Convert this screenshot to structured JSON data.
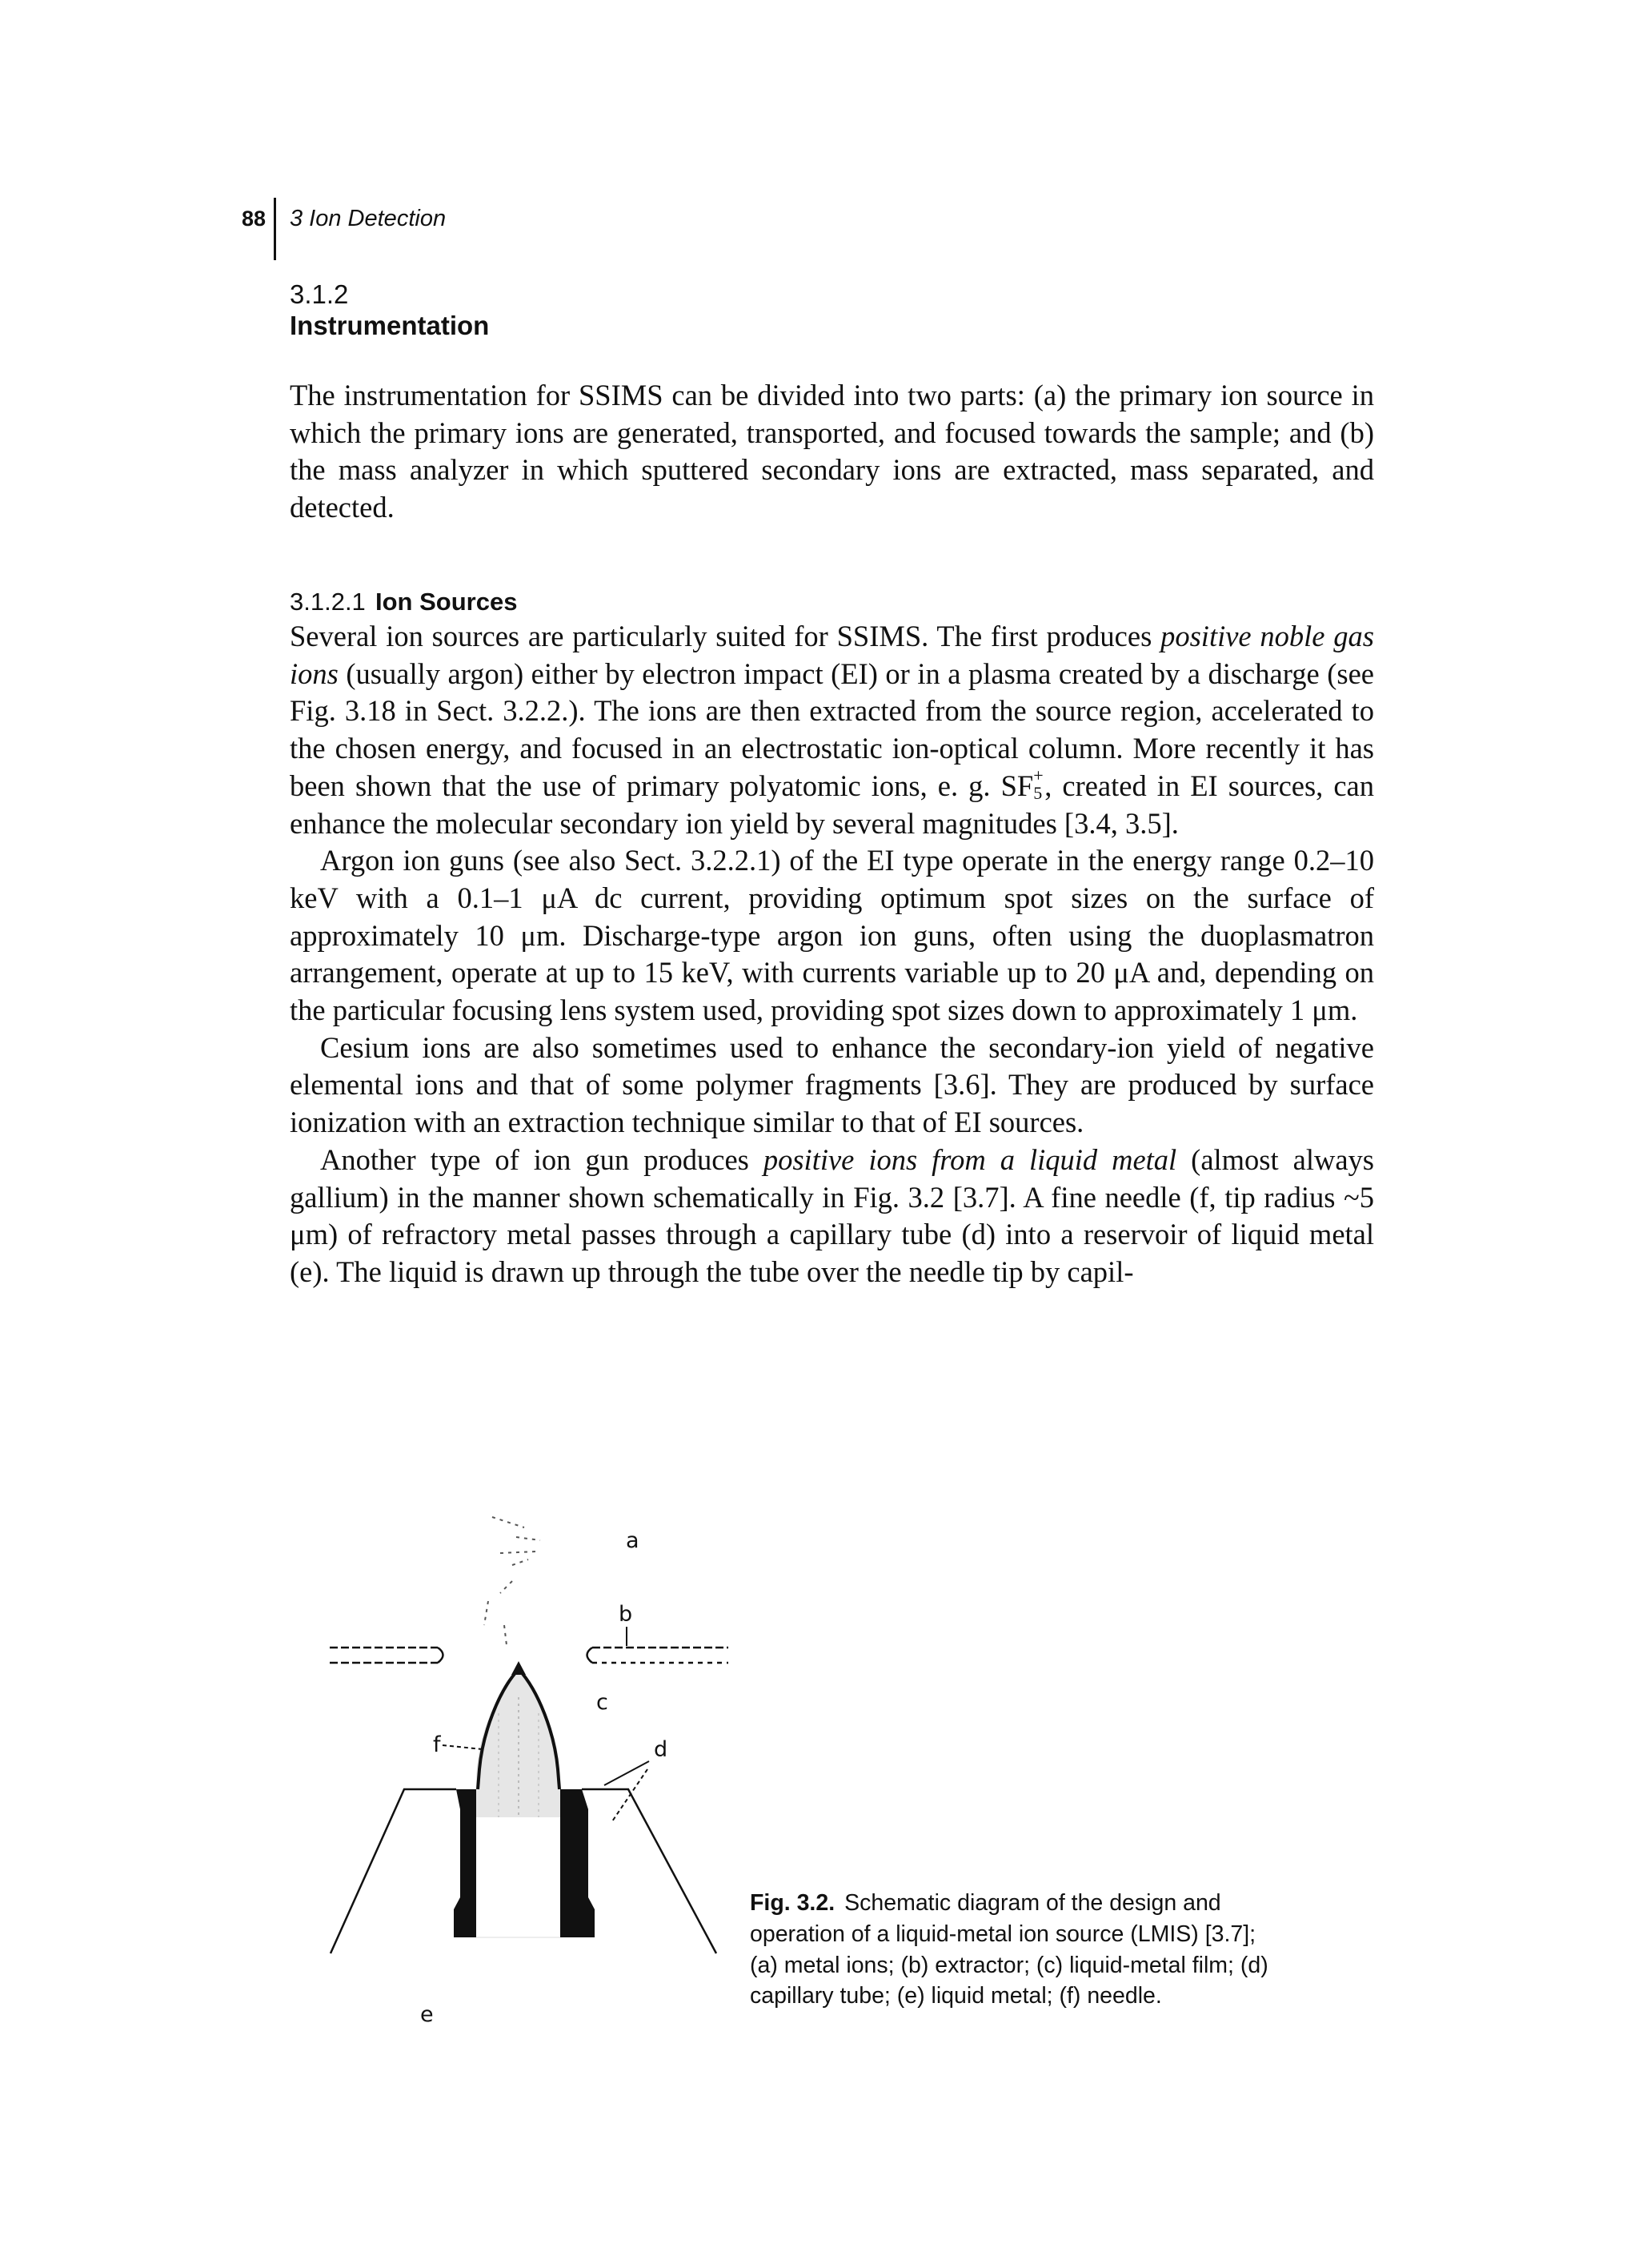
{
  "running_head": {
    "page_number": "88",
    "chapter": "3   Ion Detection"
  },
  "section": {
    "number": "3.1.2",
    "title": "Instrumentation"
  },
  "paragraphs": {
    "intro": "The instrumentation for SSIMS can be divided into two parts: (a) the primary ion source in which the primary ions are generated, transported, and focused towards the sample; and (b) the mass analyzer in which sputtered secondary ions are extracted, mass separated, and detected.",
    "subsection_number": "3.1.2.1",
    "subsection_title": "Ion Sources",
    "p1_a": "Several ion sources are particularly suited for SSIMS. The first produces ",
    "p1_em": "positive noble gas ions",
    "p1_b": " (usually argon) either by electron impact (EI) or in a plasma created by a discharge (see Fig. 3.18 in Sect. 3.2.2.). The ions are then extracted from the source region, accelerated to the chosen energy, and focused in an electrostatic ion-optical column. More recently it has been shown that the use of primary polyatomic ions, e. g. SF",
    "p1_sub": "5",
    "p1_sup": "+",
    "p1_c": ", created in EI sources, can enhance the molecular secondary ion yield by several magnitudes [3.4, 3.5].",
    "p2": "Argon ion guns (see also Sect. 3.2.2.1) of the EI type operate in the energy range 0.2–10 keV with a 0.1–1 μA dc current, providing optimum spot sizes on the surface of approximately 10 μm. Discharge-type argon ion guns, often using the duoplasmatron arrangement, operate at up to 15 keV, with currents variable up to 20 μA and, depending on the particular focusing lens system used, providing spot sizes down to approximately 1 μm.",
    "p3": "Cesium ions are also sometimes used to enhance the secondary-ion yield of negative elemental ions and that of some polymer fragments [3.6]. They are produced by surface ionization with an extraction technique similar to that of EI sources.",
    "p4_a": "Another type of ion gun produces ",
    "p4_em": "positive ions from a liquid metal",
    "p4_b": " (almost always gallium) in the manner shown schematically in Fig. 3.2 [3.7]. A fine needle (f, tip radius ~5 μm) of refractory metal passes through a capillary tube (d) into a reservoir of liquid metal (e). The liquid is drawn up through the tube over the needle tip by capil-"
  },
  "figure": {
    "labels": {
      "a": "a",
      "b": "b",
      "c": "c",
      "d": "d",
      "e": "e",
      "f": "f"
    },
    "caption_id": "Fig. 3.2.",
    "caption_text": "Schematic diagram of the design and operation of a liquid-metal ion source (LMIS) [3.7]; (a) metal ions; (b) extractor; (c) liquid-metal film; (d) capillary tube; (e) liquid metal; (f) needle."
  }
}
